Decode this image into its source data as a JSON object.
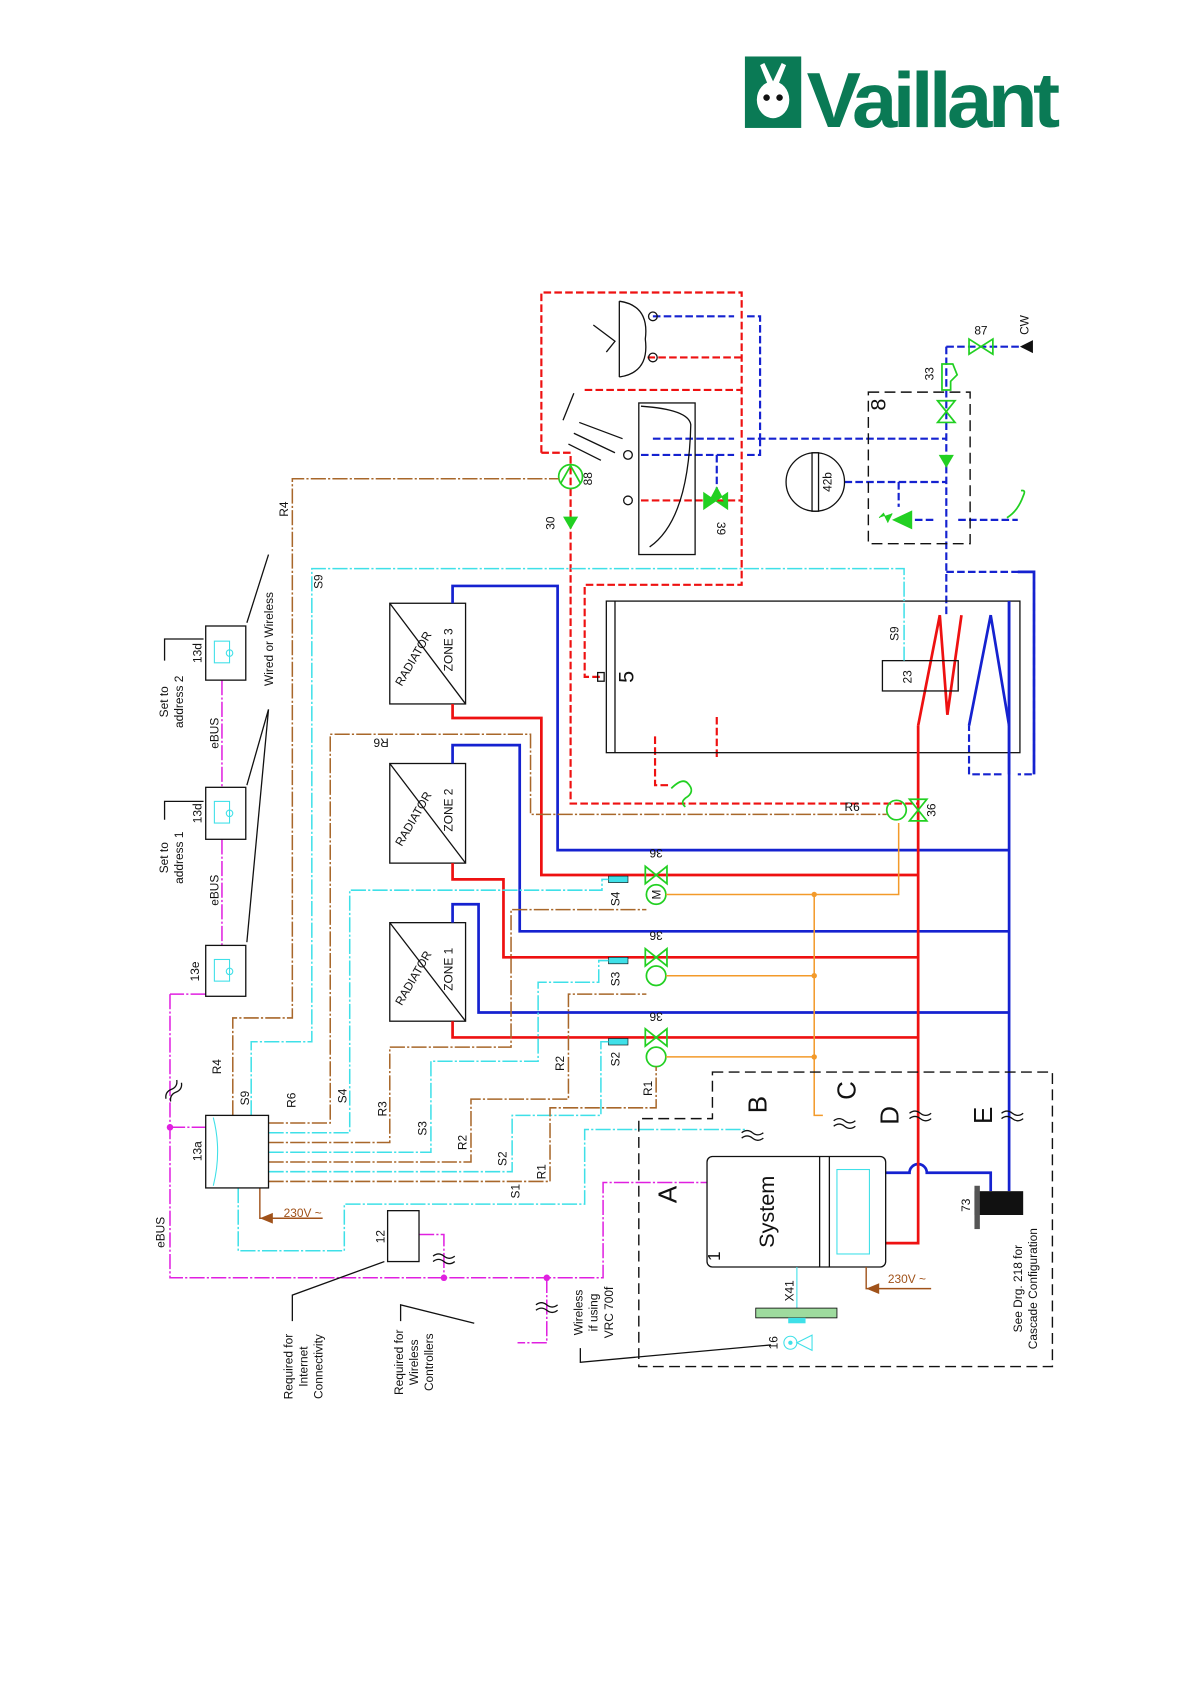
{
  "logo": {
    "text": "Vaillant",
    "color": "#0a7a55"
  },
  "colors": {
    "flow": "#1522d0",
    "return": "#e11111",
    "ebus": "#e020e0",
    "sensor": "#3fe0e8",
    "relay": "#a8672a",
    "valve": "#22d022"
  },
  "controls": {
    "c13a": "13a",
    "c13d_2": "13d",
    "c13d_1": "13d",
    "c13e": "13e",
    "c12": "12",
    "set_address_2": [
      "Set to",
      "address 2"
    ],
    "set_address_1": [
      "Set to",
      "address 1"
    ],
    "ebus_1": "eBUS",
    "ebus_2": "eBUS",
    "ebus_main": "eBUS",
    "wired_or_wireless": "Wired or Wireless",
    "required_internet": [
      "Required for",
      "Internet",
      "Connectivity"
    ],
    "required_wireless": [
      "Required for",
      "Wireless",
      "Controllers"
    ],
    "wireless_vrc": [
      "Wireless",
      "if using",
      "VRC 700f"
    ],
    "v230_a": "230V ~",
    "v230_b": "230V ~"
  },
  "wires": {
    "R4": "R4",
    "S9": "S9",
    "R6": "R6",
    "S4": "S4",
    "R3": "R3",
    "S3": "S3",
    "R2": "R2",
    "S2": "S2",
    "R1": "R1",
    "S1": "S1",
    "R6_b": "R6",
    "R6_c": "R6",
    "S9_b": "S9"
  },
  "radiators": [
    {
      "label": "RADIATOR",
      "zone": "ZONE 3"
    },
    {
      "label": "RADIATOR",
      "zone": "ZONE 2"
    },
    {
      "label": "RADIATOR",
      "zone": "ZONE 1"
    }
  ],
  "valves": {
    "v36_a": "36",
    "v36_b": "36",
    "v36_c": "36",
    "v36_d": "36",
    "motor": "M",
    "s4": "S4",
    "s3": "S3",
    "s2": "S2"
  },
  "dhw": {
    "cylinder": "5",
    "thermostat": "23",
    "pump": "88",
    "check_valve": "30",
    "tmv": "39",
    "expansion": "42b",
    "inlet_group": "8",
    "prv": "33",
    "stop_valve": "87",
    "cold_water": "CW"
  },
  "boiler": {
    "label": "System",
    "number": "1",
    "x41": "X41",
    "receiver": "16",
    "header": "73",
    "note": [
      "See Drg. 218 for",
      "Cascade Configuration"
    ]
  },
  "connections": {
    "A": "A",
    "B": "B",
    "C": "C",
    "D": "D",
    "E": "E"
  }
}
